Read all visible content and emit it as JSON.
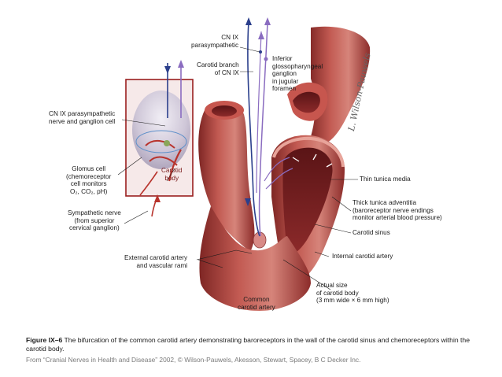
{
  "labels": {
    "cn9_parasympathetic": [
      "CN IX",
      "parasympathetic"
    ],
    "carotid_branch": [
      "Carotid branch",
      "of CN IX"
    ],
    "inferior_ganglion": [
      "Inferior",
      "glossopharyngeal",
      "ganglion",
      "in jugular",
      "foramen"
    ],
    "cn9_nerve_ganglion": [
      "CN IX parasympathetic",
      "nerve and ganglion cell"
    ],
    "glomus_cell": [
      "Glomus cell",
      "(chemoreceptor",
      "cell monitors",
      "O₂, CO₂, pH)"
    ],
    "carotid_body_inset": [
      "Carotid",
      "body"
    ],
    "sympathetic_nerve": [
      "Sympathetic nerve",
      "(from superior",
      "cervical ganglion)"
    ],
    "external_carotid": [
      "External carotid artery",
      "and vascular rami"
    ],
    "common_carotid": [
      "Common",
      "carotid artery"
    ],
    "thin_tunica_media": [
      "Thin tunica media"
    ],
    "thick_tunica_adventitia": [
      "Thick tunica adventitia",
      "(baroreceptor nerve endings",
      "monitor arterial blood pressure)"
    ],
    "carotid_sinus": [
      "Carotid sinus"
    ],
    "internal_carotid": [
      "Internal carotid artery"
    ],
    "actual_size": [
      "Actual size",
      "of carotid body",
      "(3 mm wide × 6 mm high)"
    ]
  },
  "signature": "L. Wilson-Pauwels",
  "caption": {
    "figure_label": "Figure IX–6",
    "text": " The bifurcation of the common carotid artery demonstrating baroreceptors in the wall of the carotid sinus and chemoreceptors within the carotid body."
  },
  "source": "From “Cranial Nerves in Health and Disease” 2002, © Wilson-Pauwels, Akesson, Stewart, Spacey, B C Decker Inc.",
  "colors": {
    "artery": "#b3403e",
    "artery_dark": "#7e2624",
    "artery_light": "#d77a72",
    "nerve_blue": "#2b3f8c",
    "nerve_purple": "#8a6cc0",
    "inset_border": "#9a1f1f"
  }
}
